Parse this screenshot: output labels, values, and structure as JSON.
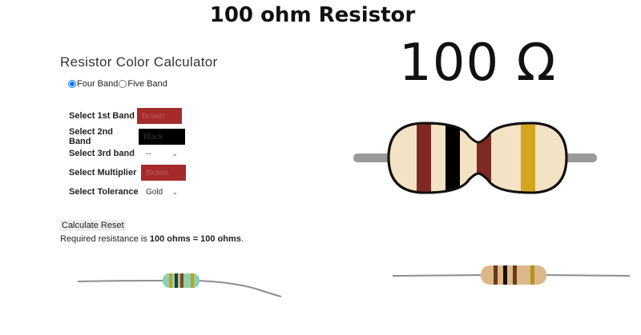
{
  "page": {
    "title": "100 ohm Resistor",
    "big_value": "100 Ω"
  },
  "calculator": {
    "title": "Resistor Color Calculator",
    "band_options": [
      {
        "label": "Four Band",
        "selected": true
      },
      {
        "label": "Five Band",
        "selected": false
      }
    ],
    "rows": [
      {
        "label": "Select 1st Band",
        "value": "Brown",
        "color": "#a52a2a"
      },
      {
        "label": "Select 2nd Band",
        "value": "Black",
        "color": "#000000"
      },
      {
        "label": "Select 3rd band",
        "value": "--",
        "color": "#ffffff"
      },
      {
        "label": "Select Multiplier",
        "value": "Brown",
        "color": "#a52a2a"
      },
      {
        "label": "Select Tolerance",
        "value": "Gold",
        "color": "#ffffff"
      }
    ],
    "calculate_label": "Calculate",
    "reset_label": "Reset",
    "result_prefix": "Required resistance is ",
    "result_value": "100 ohms = 100 ohms",
    "result_suffix": "."
  },
  "resistor": {
    "body_color": "#f4e2c4",
    "lead_color": "#9a9a9a",
    "bands": [
      "#7e2a22",
      "#000000",
      "#7e2a22",
      "#d4a520"
    ]
  }
}
